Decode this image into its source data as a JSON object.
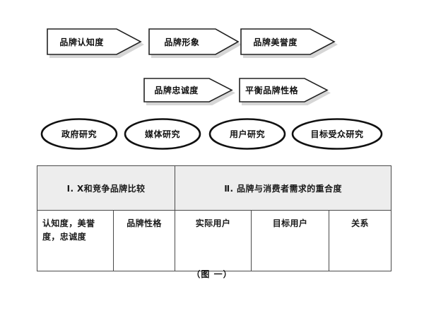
{
  "figure": {
    "caption": "（图  一）"
  },
  "flow_row1": [
    {
      "label": "品牌认知度"
    },
    {
      "label": "品牌形象"
    },
    {
      "label": "品牌美誉度"
    }
  ],
  "flow_row2": [
    {
      "label": "品牌忠诚度"
    },
    {
      "label": "平衡品牌性格"
    }
  ],
  "research_ellipses": [
    {
      "label": "政府研究"
    },
    {
      "label": "媒体研究"
    },
    {
      "label": "用户研究"
    },
    {
      "label": "目标受众研究"
    }
  ],
  "table": {
    "headers": [
      "Ⅰ. X和竞争品牌比较",
      "Ⅱ.  品牌与消费者需求的重合度"
    ],
    "cells": [
      "认知度，美誉度，忠诚度",
      "品牌性格",
      "实际用户",
      "目标用户",
      "关系"
    ]
  },
  "colors": {
    "stroke": "#222222",
    "shadow": "#d6d6d6",
    "header_fill": "#ededed",
    "table_border": "#4a4a4a",
    "background": "#ffffff"
  }
}
